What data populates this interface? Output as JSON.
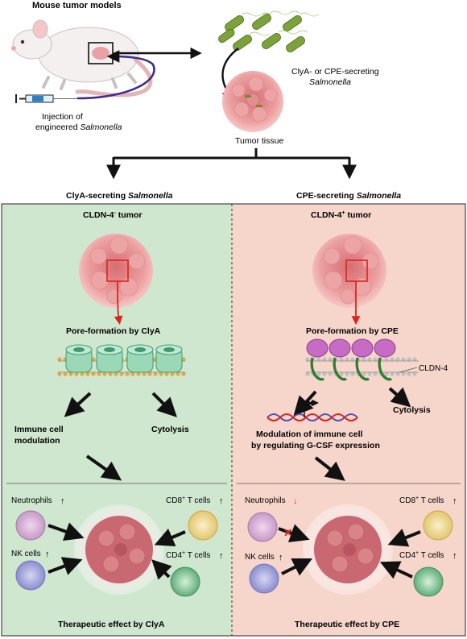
{
  "header": {
    "title": "Mouse tumor models",
    "injection_line1": "Injection of",
    "injection_line2": "engineered",
    "injection_italic": "Salmonella",
    "bacteria_line1": "ClyA- or CPE-secreting",
    "bacteria_italic": "Salmonella",
    "tumor_tissue": "Tumor tissue"
  },
  "left": {
    "heading": "ClyA-secreting",
    "heading_italic": "Salmonella",
    "tumor_label": "CLDN-4",
    "tumor_sup": "-",
    "tumor_suffix": " tumor",
    "pore": "Pore-formation by ClyA",
    "immune_line1": "Immune cell",
    "immune_line2": "modulation",
    "cytolysis": "Cytolysis",
    "neutrophils": "Neutrophils",
    "nk": "NK cells",
    "cd8_prefix": "CD8",
    "cd8_suffix": " T cells",
    "cd4_prefix": "CD4",
    "cd4_suffix": " T cells",
    "sup_plus": "+",
    "effect": "Therapeutic effect by ClyA",
    "bg": "#cfe6cf"
  },
  "right": {
    "heading": "CPE-secreting",
    "heading_italic": "Salmonella",
    "tumor_label": "CLDN-4",
    "tumor_sup": "+",
    "tumor_suffix": " tumor",
    "pore": "Pore-formation by CPE",
    "cldn4": "CLDN-4",
    "modulation_line1": "Modulation of immune cell",
    "modulation_line2": "by regulating G-CSF expression",
    "cytolysis": "Cytolysis",
    "neutrophils": "Neutrophils",
    "nk": "NK cells",
    "cd8_prefix": "CD8",
    "cd8_suffix": " T cells",
    "cd4_prefix": "CD4",
    "cd4_suffix": " T cells",
    "sup_plus": "+",
    "effect": "Therapeutic effect by CPE",
    "bg": "#f6d6cb"
  },
  "colors": {
    "arrow": "#111111",
    "red_arrow": "#d7261e",
    "tumor": "#e79a9a",
    "clya": "#9ad8b8",
    "cpe": "#c66cc4",
    "claudin": "#2f7d32"
  }
}
